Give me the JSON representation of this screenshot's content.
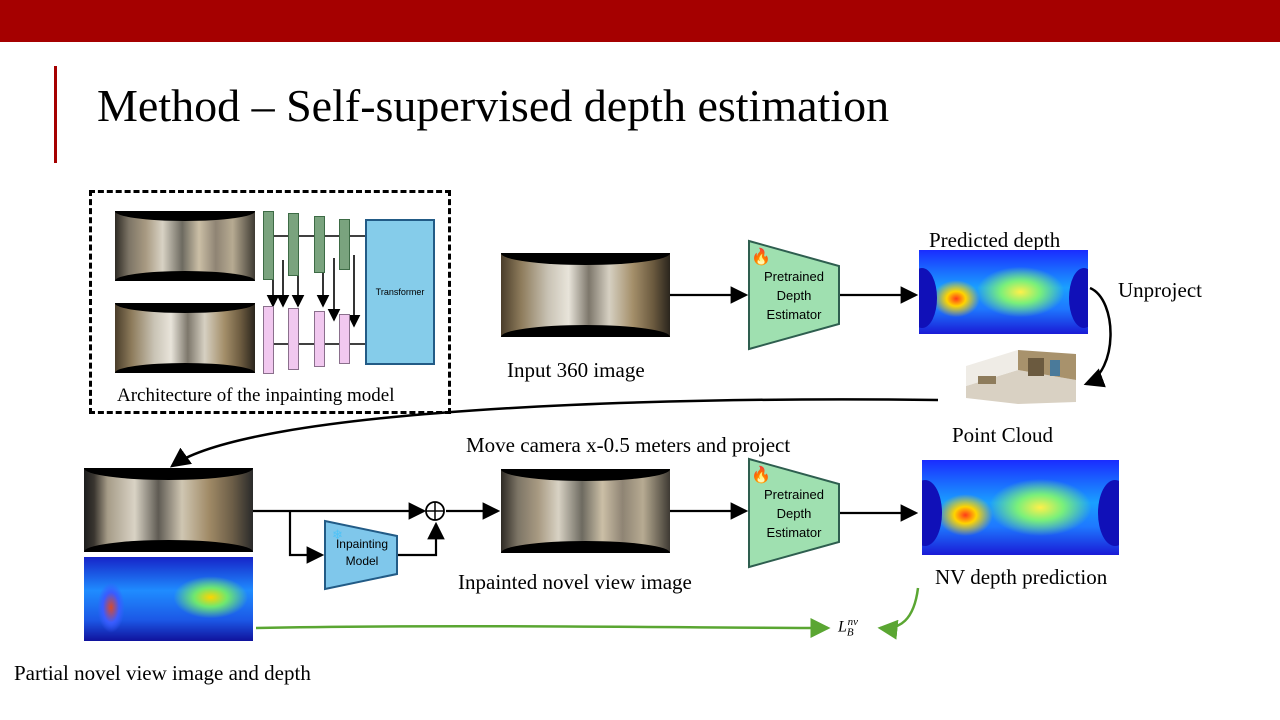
{
  "slide": {
    "title": "Method – Self-supervised depth estimation",
    "colors": {
      "accent_bar": "#a50000",
      "encoder": "#7aa37e",
      "decoder": "#f1c8ef",
      "transformer": "#85ccea",
      "estimator": "#9fe0b0",
      "inpainting": "#7fc7eb",
      "loss_arrow": "#5aa632"
    }
  },
  "architecture": {
    "caption": "Architecture of the inpainting model",
    "transformer_label": "Transformer"
  },
  "pipeline": {
    "input_label": "Input 360 image",
    "estimator_top": {
      "line1": "Pretrained",
      "line2": "Depth",
      "line3": "Estimator",
      "icon": "fire-icon"
    },
    "predicted_depth_label": "Predicted depth",
    "unproject_label": "Unproject",
    "point_cloud_label": "Point Cloud",
    "move_camera_label": "Move camera x-0.5 meters and project",
    "partial_label": "Partial novel view image and depth",
    "inpainting_model": {
      "line1": "Inpainting",
      "line2": "Model",
      "icon": "snowflake-icon"
    },
    "inpainted_label": "Inpainted novel view image",
    "estimator_bottom": {
      "line1": "Pretrained",
      "line2": "Depth",
      "line3": "Estimator",
      "icon": "fire-icon"
    },
    "nv_depth_label": "NV depth prediction",
    "loss": {
      "base": "L",
      "sub": "B",
      "sup": "nv"
    },
    "combine_symbol": "⊕"
  }
}
